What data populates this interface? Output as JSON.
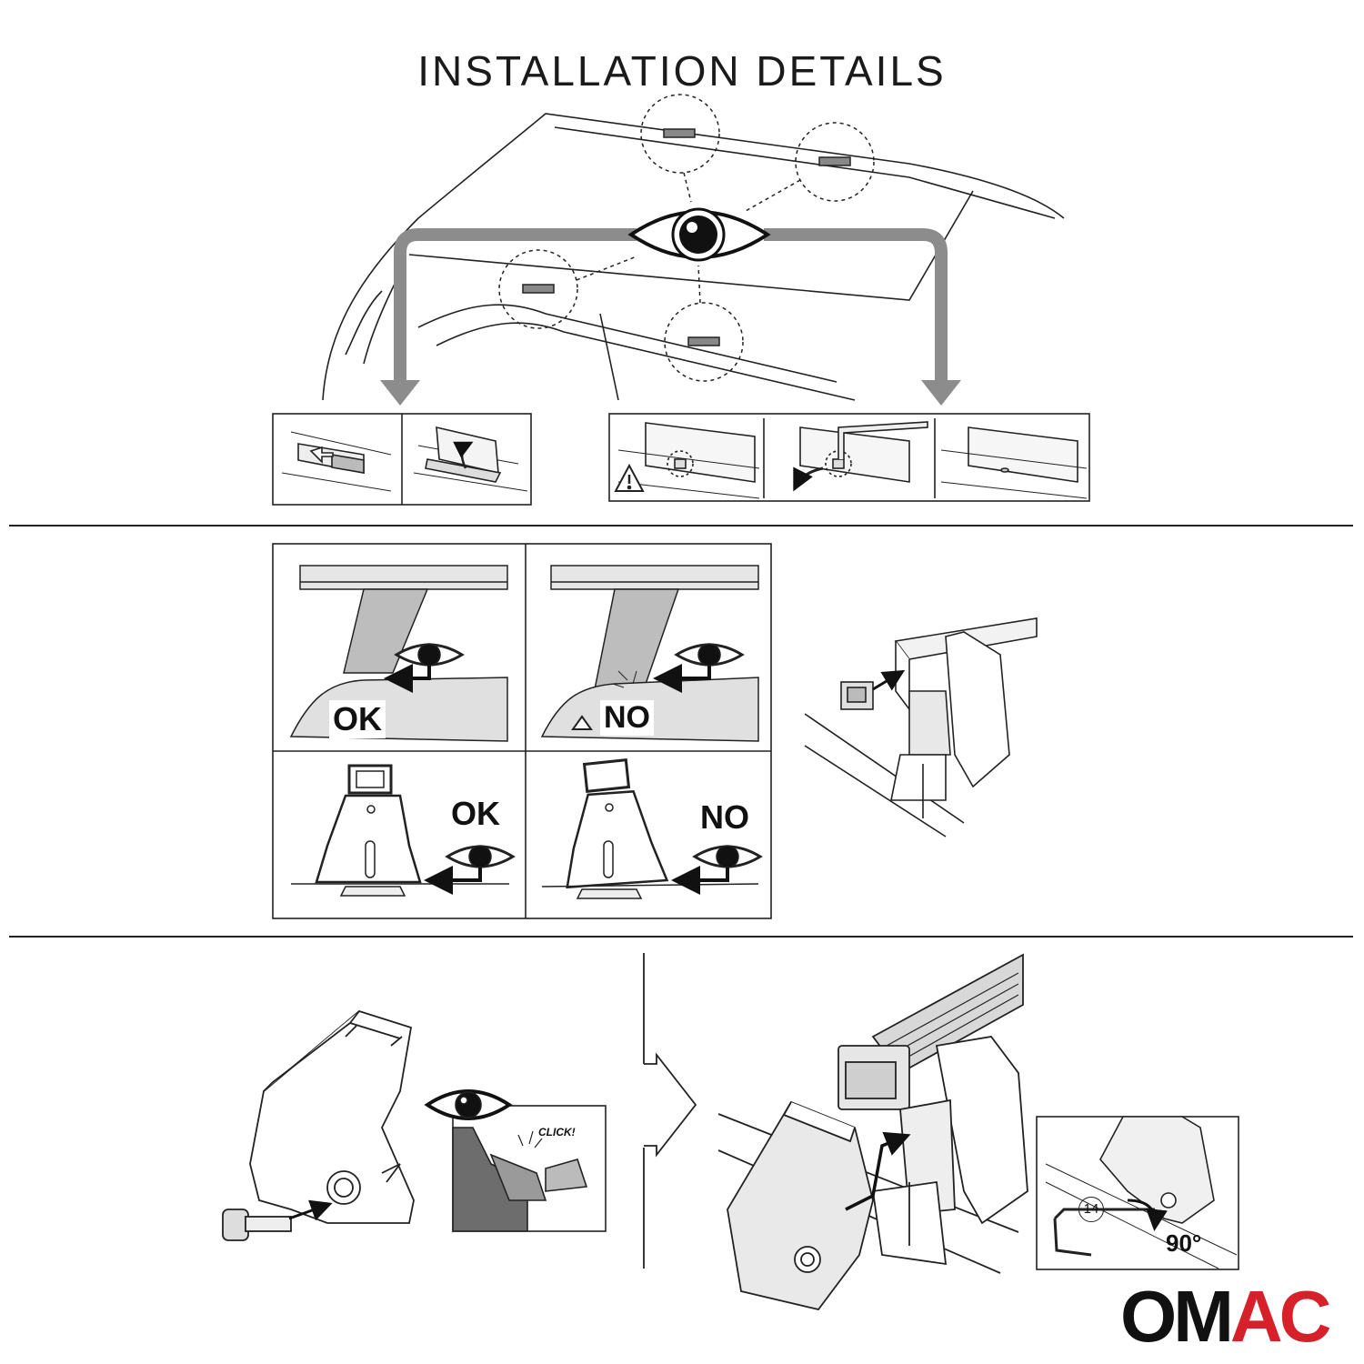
{
  "title": "INSTALLATION DETAILS",
  "labels": {
    "ok_top": "OK",
    "no_top": "NO",
    "ok_bottom": "OK",
    "no_bottom": "NO",
    "click": "CLICK!",
    "angle": "90°",
    "tool_number": "14"
  },
  "logo": {
    "part1": "OM",
    "part2": "AC",
    "color_dark": "#111111",
    "color_accent": "#d6202a"
  },
  "colors": {
    "line": "#222222",
    "arrow_gray": "#8c8c8c",
    "fill_gray": "#cfcfcf"
  }
}
